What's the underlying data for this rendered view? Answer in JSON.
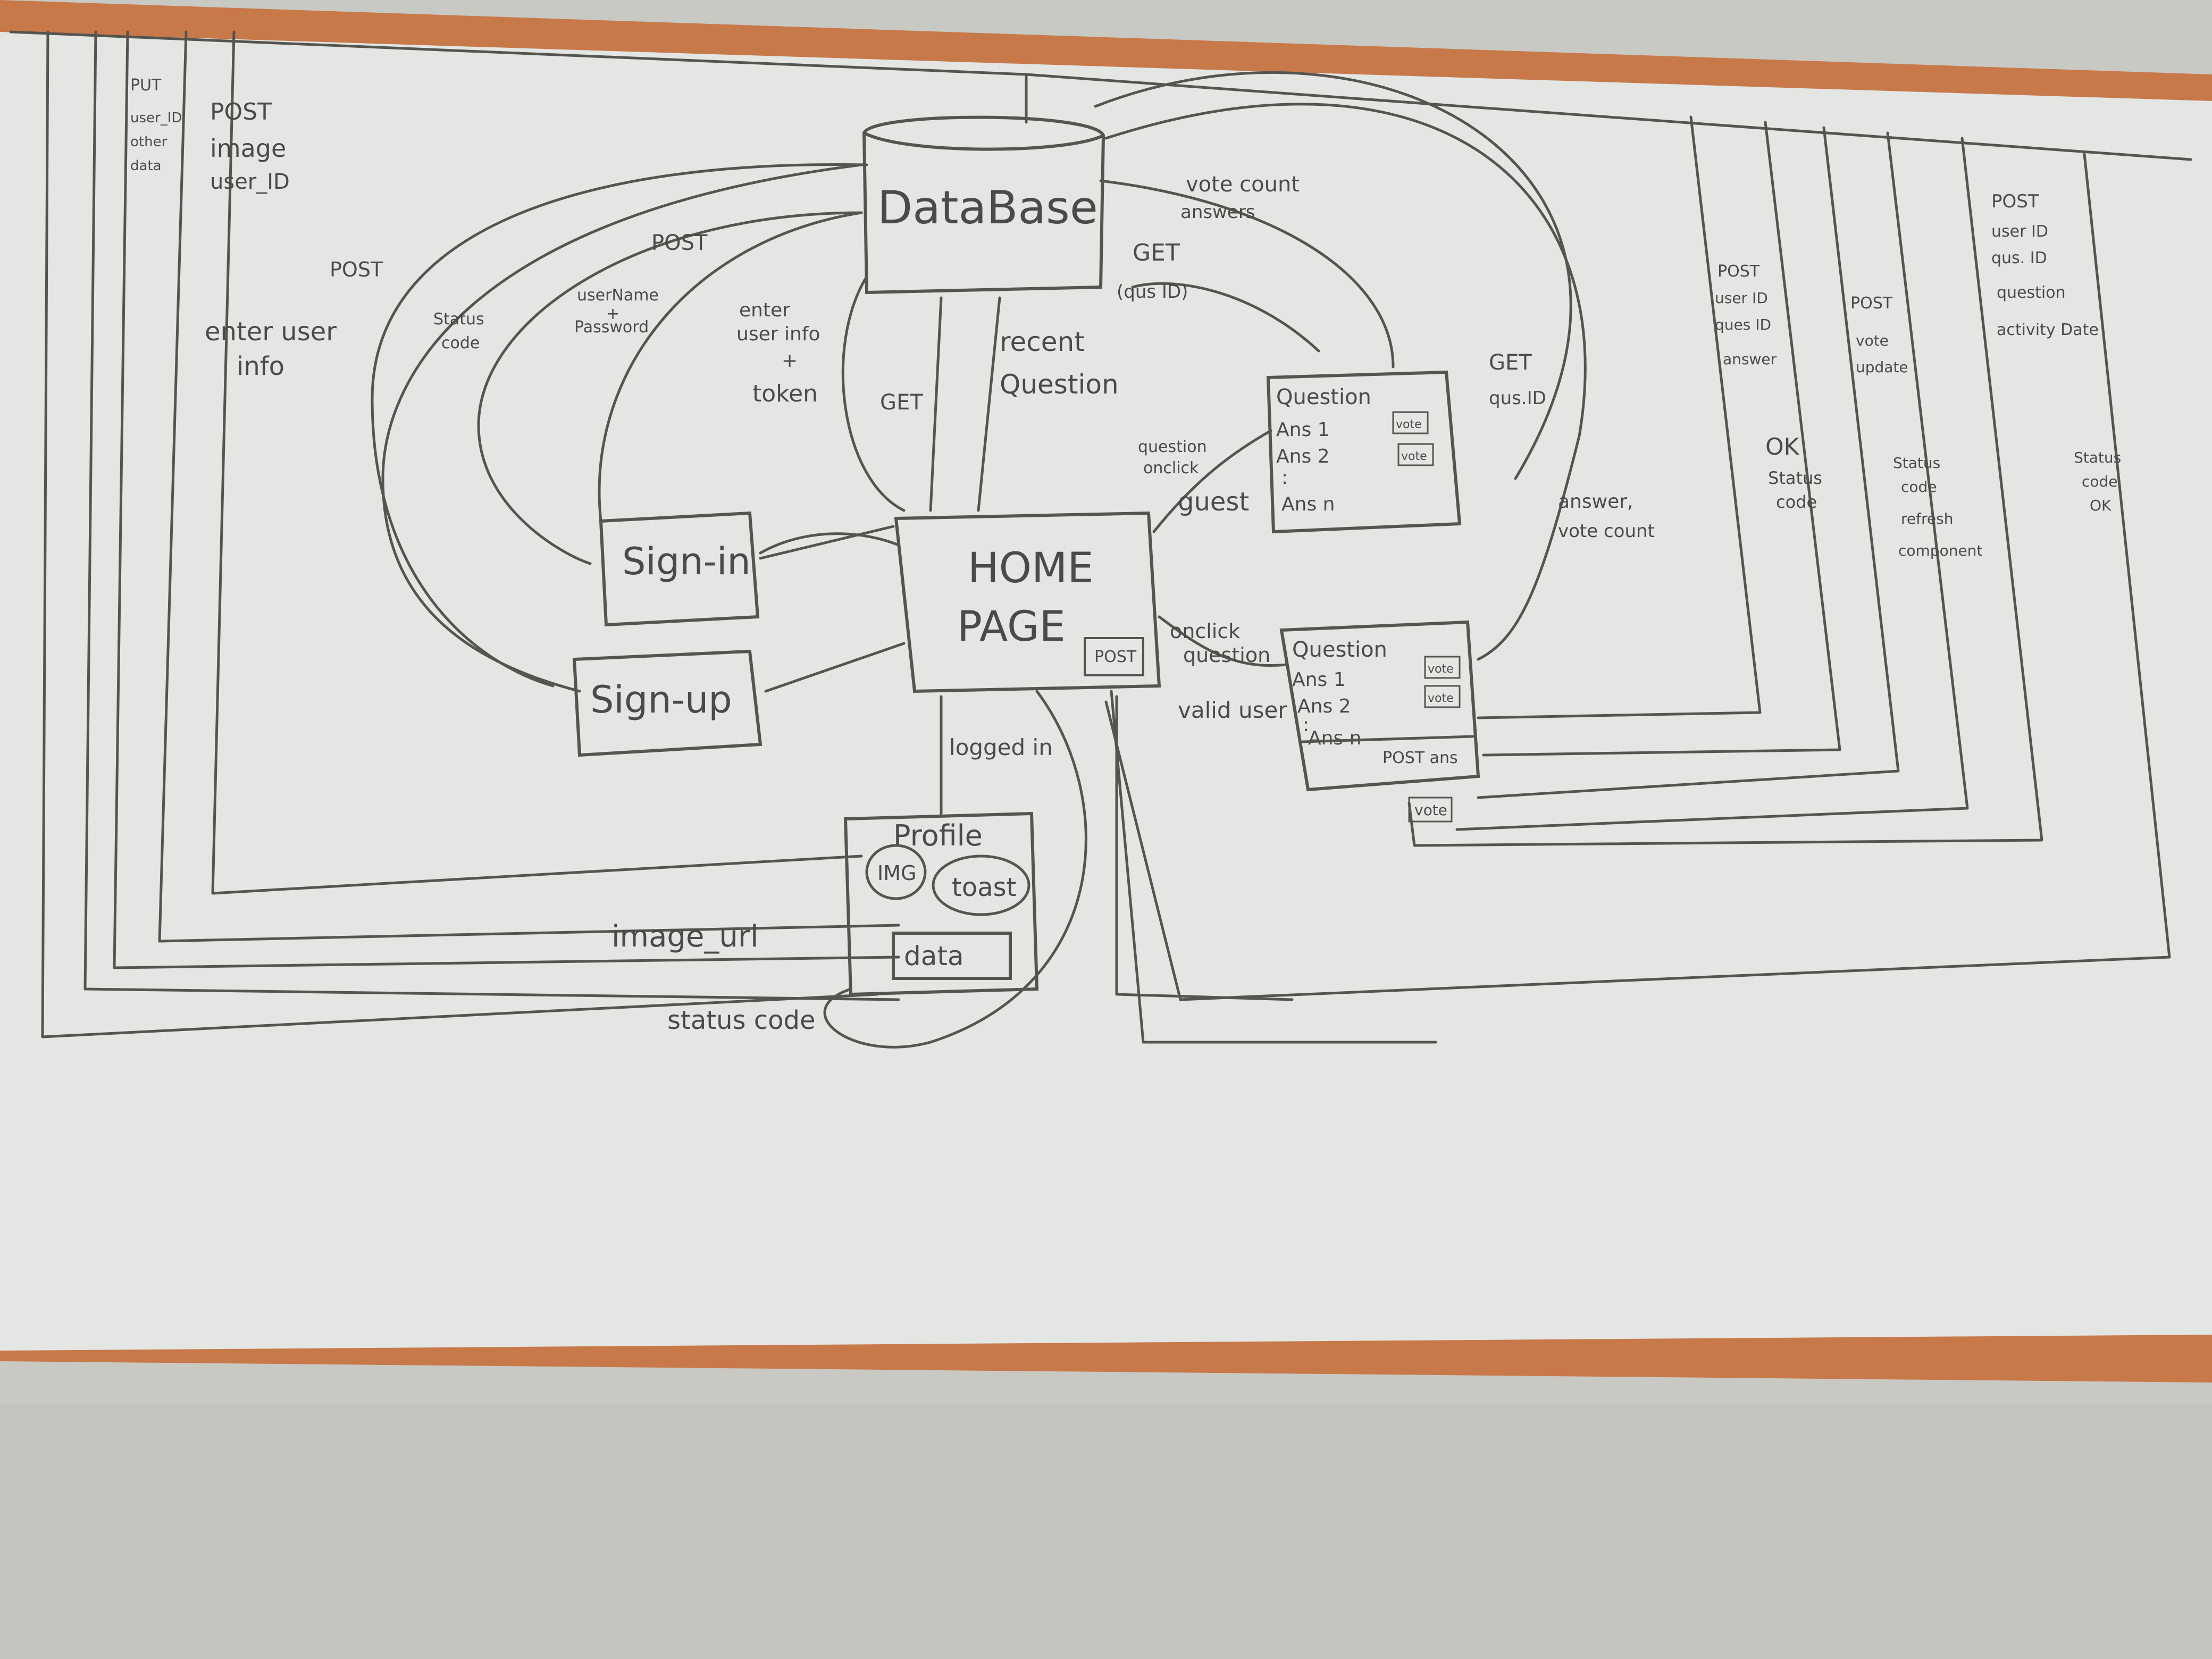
{
  "colors": {
    "wall": "#c9c9c4",
    "board": "#e4e6e3",
    "frame": "#c7794a",
    "ink": "#4a4a48"
  },
  "nodes": {
    "database": "DataBase",
    "home_page": [
      "HOME",
      "PAGE"
    ],
    "home_badge": "POST",
    "sign_in": "Sign-in",
    "sign_up": "Sign-up",
    "profile": "Profile",
    "profile_img": "IMG",
    "profile_toast": "toast",
    "profile_data": "data"
  },
  "question_card_top": {
    "title": "Question",
    "answers": [
      "Ans 1",
      "Ans 2",
      ":",
      "Ans n"
    ],
    "vote_buttons": [
      "vote",
      "vote"
    ]
  },
  "question_card_bottom": {
    "title": "Question",
    "answers": [
      "Ans 1",
      "Ans 2",
      ":",
      "Ans n"
    ],
    "vote_buttons": [
      "vote",
      "vote"
    ],
    "footer": "POST ans",
    "vote_tag": "vote"
  },
  "labels": {
    "put": "PUT",
    "put_body": [
      "user_ID",
      "other",
      "data"
    ],
    "post_image": "POST",
    "post_image_body": [
      "image",
      "user_ID"
    ],
    "post_signup": "POST",
    "post_signup_body": [
      "enter user",
      "info"
    ],
    "status_code_left": [
      "Status",
      "code"
    ],
    "post_signin": "POST",
    "post_signin_body": [
      "userName",
      "+",
      "Password"
    ],
    "user_info_token": [
      "enter",
      "user info",
      "+",
      "token"
    ],
    "get_home": "GET",
    "recent_question": [
      "recent",
      "Question"
    ],
    "vote_count_answers": [
      "vote count",
      "answers"
    ],
    "get_qus": "GET",
    "get_qus_body": "(qus ID)",
    "question_onclick": [
      "question",
      "onclick"
    ],
    "guest": "guest",
    "get_right": "GET",
    "get_right_body": "qus.ID",
    "answer_vote_count": [
      "answer,",
      "vote count"
    ],
    "onclick_question": [
      "onclick",
      "question"
    ],
    "valid_user": "valid user",
    "logged_in": "logged in",
    "image_url": "image_url",
    "status_code_bottom": "status code",
    "post_answer": "POST",
    "post_answer_body": [
      "user ID",
      "ques ID",
      "answer"
    ],
    "ok_status": [
      "OK",
      "Status",
      "code"
    ],
    "post_vote": "POST",
    "post_vote_body": [
      "vote",
      "update"
    ],
    "status_refresh": [
      "Status",
      "code",
      "refresh",
      "component"
    ],
    "post_question": "POST",
    "post_question_body": [
      "user ID",
      "qus. ID",
      "question",
      "activity Date"
    ],
    "status_ok": [
      "Status",
      "code",
      "OK"
    ]
  }
}
